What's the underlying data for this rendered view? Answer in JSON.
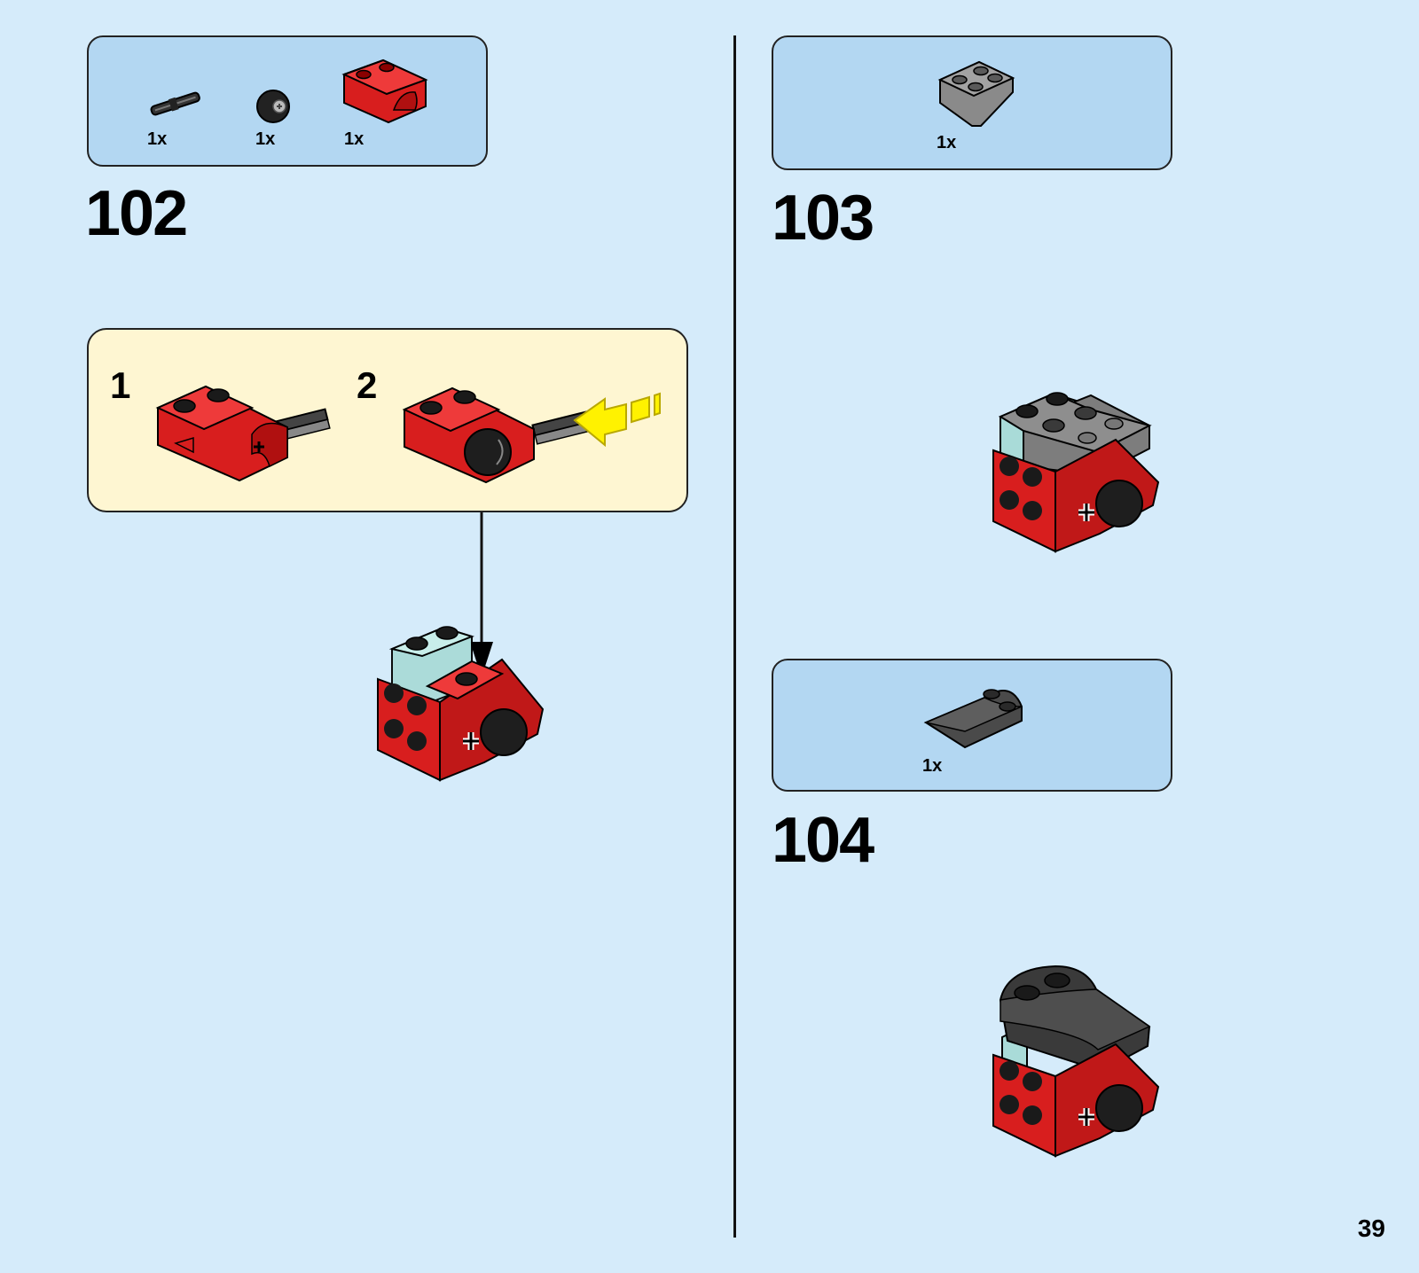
{
  "page": {
    "number": "39",
    "background": "#d5ebfa"
  },
  "colors": {
    "parts_box": "#b3d7f2",
    "sub_assembly_box": "#fef6d2",
    "brick_red": "#d81e1e",
    "brick_dark_gray": "#3a3a3a",
    "brick_gray": "#8c8c8c",
    "trans_light_blue": "#a9dbd8",
    "arrow_yellow": "#fff200"
  },
  "steps": [
    {
      "number": "102",
      "parts": [
        {
          "icon": "technic-axle-icon",
          "qty": "1x"
        },
        {
          "icon": "ball-joint-icon",
          "qty": "1x"
        },
        {
          "icon": "red-technic-brick-icon",
          "qty": "1x"
        }
      ],
      "sub_steps": [
        {
          "number": "1",
          "image": "red-bracket-with-axle-illustration"
        },
        {
          "number": "2",
          "image": "red-bracket-with-ball-and-axle-illustration"
        }
      ],
      "result": "red-wheel-assembly-illustration"
    },
    {
      "number": "103",
      "parts": [
        {
          "icon": "gray-inverted-slope-brick-icon",
          "qty": "1x"
        }
      ],
      "result": "assembly-with-gray-slope-illustration"
    },
    {
      "number": "104",
      "parts": [
        {
          "icon": "dark-gray-curved-slope-icon",
          "qty": "1x"
        }
      ],
      "result": "assembly-with-curved-slope-illustration"
    }
  ]
}
